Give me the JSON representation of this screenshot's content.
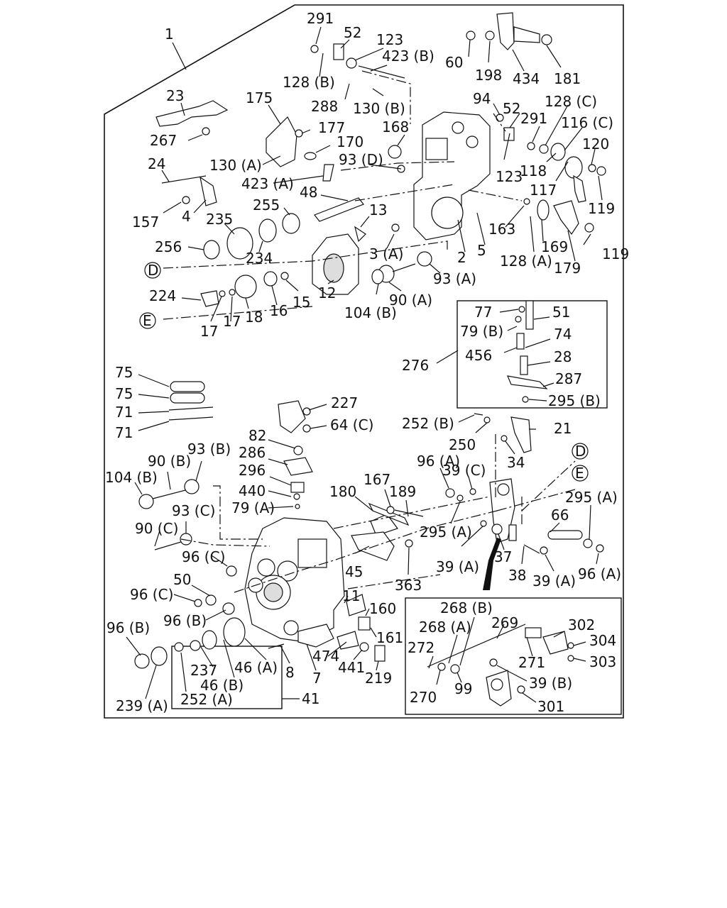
{
  "diagram": {
    "labels": {
      "n1": "1",
      "n291a": "291",
      "n52a": "52",
      "n123a": "123",
      "n423b": "423 (B)",
      "n60": "60",
      "n198": "198",
      "n434": "434",
      "n181": "181",
      "n128b": "128 (B)",
      "n288": "288",
      "n130b": "130 (B)",
      "n23": "23",
      "n175": "175",
      "n267": "267",
      "n177": "177",
      "n170": "170",
      "n168": "168",
      "n93d": "93 (D)",
      "n130a": "130 (A)",
      "n94": "94",
      "n52b": "52",
      "n291b": "291",
      "n128c": "128 (C)",
      "n116c": "116 (C)",
      "n120": "120",
      "n123b": "123",
      "n118": "118",
      "n117": "117",
      "n119a": "119",
      "n24": "24",
      "n423a": "423 (A)",
      "n48": "48",
      "n4": "4",
      "n157": "157",
      "n255": "255",
      "n235": "235",
      "n13": "13",
      "n163": "163",
      "n256": "256",
      "n234": "234",
      "n3a": "3 (A)",
      "n5": "5",
      "n2": "2",
      "n169": "169",
      "n128a": "128 (A)",
      "n119b": "119",
      "n179": "179",
      "n93a": "93 (A)",
      "n224": "224",
      "n15": "15",
      "n12": "12",
      "n104b": "104 (B)",
      "n90a": "90 (A)",
      "n17a": "17",
      "n17b": "17",
      "n18": "18",
      "n16": "16",
      "n77": "77",
      "n51": "51",
      "n79b": "79 (B)",
      "n74": "74",
      "n456": "456",
      "n28": "28",
      "n276": "276",
      "n287": "287",
      "n295b": "295 (B)",
      "n75a": "75",
      "n75b": "75",
      "n71a": "71",
      "n71b": "71",
      "n227": "227",
      "n252b": "252 (B)",
      "n21": "21",
      "n82": "82",
      "n64c": "64 (C)",
      "n250": "250",
      "n34": "34",
      "n286": "286",
      "n90b": "90 (B)",
      "n93b": "93 (B)",
      "n104b2": "104 (B)",
      "n296": "296",
      "n96a": "96 (A)",
      "n39c": "39 (C)",
      "n167": "167",
      "n440": "440",
      "n180": "180",
      "n189": "189",
      "n295a": "295 (A)",
      "n79a": "79 (A)",
      "n66": "66",
      "n93c": "93 (C)",
      "n90c": "90 (C)",
      "n295a2": "295 (A)",
      "n96c": "96 (C)",
      "n37": "37",
      "n39a": "39 (A)",
      "n45": "45",
      "n38": "38",
      "n39a2": "39 (A)",
      "n96a2": "96 (A)",
      "n363": "363",
      "n50": "50",
      "n96c2": "96 (C)",
      "n11": "11",
      "n160": "160",
      "n268b": "268 (B)",
      "n96b": "96 (B)",
      "n268a": "268 (A)",
      "n269": "269",
      "n302": "302",
      "n161": "161",
      "n96b2": "96 (B)",
      "n304": "304",
      "n272": "272",
      "n46a": "46 (A)",
      "n474": "474",
      "n441": "441",
      "n8": "8",
      "n237": "237",
      "n219": "219",
      "n271": "271",
      "n303": "303",
      "n7": "7",
      "n46b": "46 (B)",
      "n239a": "239 (A)",
      "n252a": "252 (A)",
      "n41": "41",
      "n270": "270",
      "n99": "99",
      "n39b": "39 (B)",
      "n301": "301",
      "refD1": "D",
      "refE1": "E",
      "refD2": "D",
      "refE2": "E"
    }
  }
}
